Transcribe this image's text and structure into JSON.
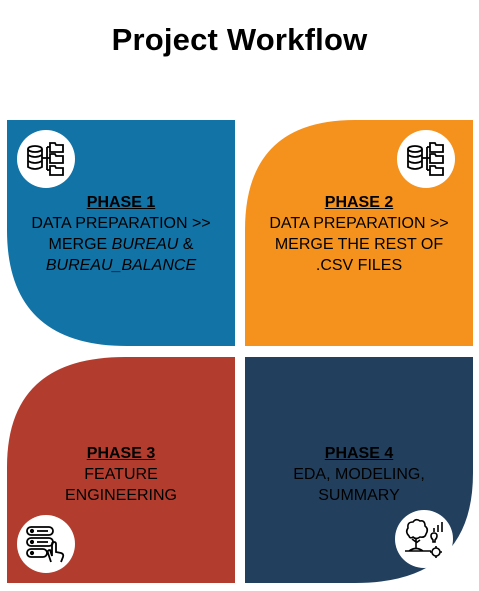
{
  "title": "Project Workflow",
  "colors": {
    "phase1": "#1273a6",
    "phase2": "#f5921e",
    "phase3": "#b23d2e",
    "phase4": "#22405e"
  },
  "phases": [
    {
      "label": "PHASE 1",
      "line1": "DATA PREPARATION >>",
      "line2_pre": "MERGE ",
      "line2_italic": "BUREAU",
      "line2_post": " &",
      "line3_italic": "BUREAU_BALANCE",
      "icon": "database-folders-icon"
    },
    {
      "label": "PHASE 2",
      "line1": "DATA PREPARATION >>",
      "line2": "MERGE THE REST OF",
      "line3": ".CSV FILES",
      "icon": "database-folders-icon"
    },
    {
      "label": "PHASE 3",
      "line1": "FEATURE",
      "line2": "ENGINEERING",
      "icon": "server-hand-click-icon"
    },
    {
      "label": "PHASE 4",
      "line1": "EDA, MODELING,",
      "line2": "SUMMARY",
      "icon": "tree-lightbulb-chart-icon"
    }
  ]
}
